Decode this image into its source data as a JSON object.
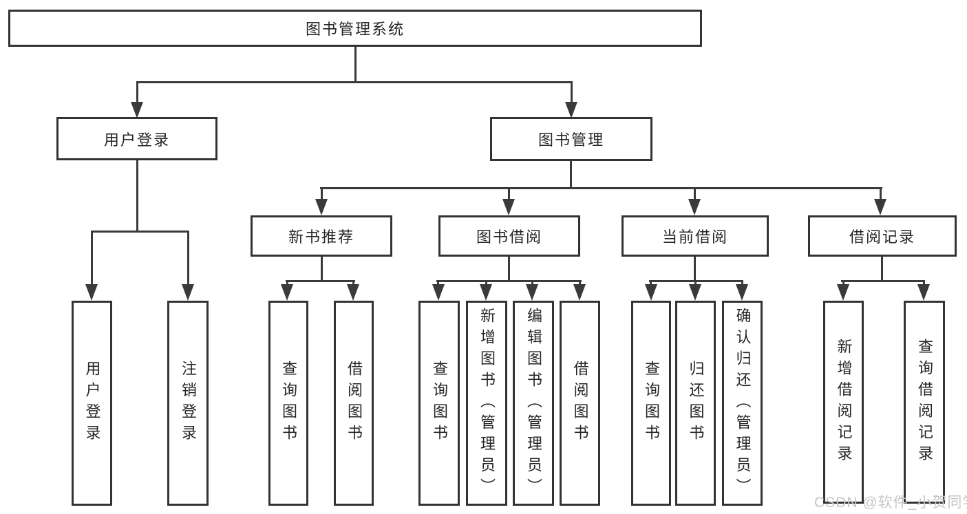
{
  "nodes": {
    "root": "图书管理系统",
    "l2_user_login": "用户登录",
    "l2_book_mgmt": "图书管理",
    "l3_new_book": "新书推荐",
    "l3_book_borrow": "图书借阅",
    "l3_current_borrow": "当前借阅",
    "l3_borrow_record": "借阅记录",
    "leaf_user_login": "用户登录",
    "leaf_logout": "注销登录",
    "leaf_nb_query": "查询图书",
    "leaf_nb_borrow": "借阅图书",
    "leaf_bb_query": "查询图书",
    "leaf_bb_add": "新增图书（管理员）",
    "leaf_bb_edit": "编辑图书（管理员）",
    "leaf_bb_borrow": "借阅图书",
    "leaf_cb_query": "查询图书",
    "leaf_cb_return": "归还图书",
    "leaf_cb_confirm": "确认归还（管理员）",
    "leaf_br_add": "新增借阅记录",
    "leaf_br_query": "查询借阅记录"
  },
  "structure": {
    "图书管理系统": [
      "用户登录",
      "图书管理"
    ],
    "用户登录": [
      "用户登录",
      "注销登录"
    ],
    "图书管理": [
      "新书推荐",
      "图书借阅",
      "当前借阅",
      "借阅记录"
    ],
    "新书推荐": [
      "查询图书",
      "借阅图书"
    ],
    "图书借阅": [
      "查询图书",
      "新增图书（管理员）",
      "编辑图书（管理员）",
      "借阅图书"
    ],
    "当前借阅": [
      "查询图书",
      "归还图书",
      "确认归还（管理员）"
    ],
    "借阅记录": [
      "新增借阅记录",
      "查询借阅记录"
    ]
  },
  "watermark": "CSDN @软件_小贺同学",
  "colors": {
    "line": "#3a3a3a",
    "box_border": "#333333",
    "box_bg": "#ffffff",
    "text": "#262626",
    "watermark": "#c6c6c6",
    "background": "#ffffff"
  }
}
